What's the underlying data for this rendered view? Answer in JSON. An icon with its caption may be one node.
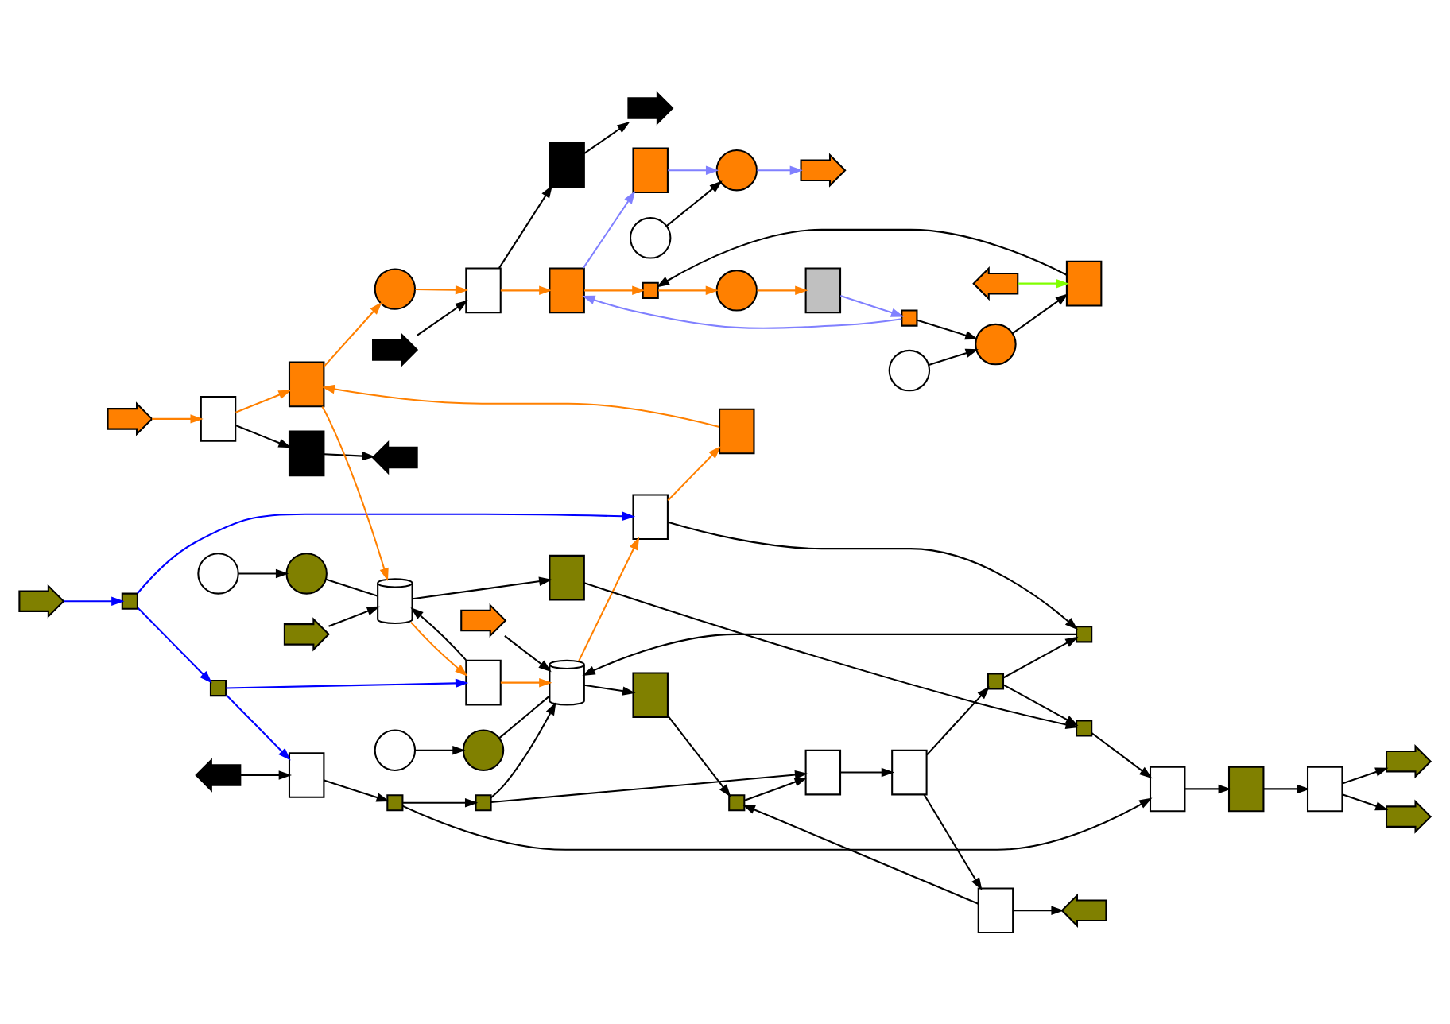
{
  "diagram": {
    "nodes": [
      {
        "text": [],
        "shape": "arrow"
      },
      {
        "text": [],
        "shape": "box"
      },
      {
        "text": [],
        "shape": "box"
      },
      {
        "text": [],
        "shape": "arrow"
      },
      {
        "text": [],
        "shape": "arrow"
      },
      {
        "text": [],
        "shape": "box"
      },
      {
        "text": [],
        "shape": "box"
      },
      {
        "text": [],
        "shape": "arrow"
      },
      {
        "text": [],
        "shape": "box"
      },
      {
        "text": [],
        "shape": "box"
      },
      {
        "text": [],
        "shape": "circle"
      },
      {
        "text": [],
        "shape": "box"
      },
      {
        "text": [],
        "shape": "box"
      },
      {
        "text": [],
        "shape": "box"
      },
      {
        "text": [],
        "shape": "cylinder"
      },
      {
        "text": [],
        "shape": "circle"
      },
      {
        "text": [],
        "shape": "circle"
      },
      {
        "text": [],
        "shape": "box"
      },
      {
        "text": [],
        "shape": "cylinder"
      },
      {
        "text": [],
        "shape": "circle"
      },
      {
        "text": [],
        "shape": "circle"
      },
      {
        "text": [],
        "shape": "arrow"
      },
      {
        "text": [],
        "shape": "box"
      },
      {
        "text": [],
        "shape": "box"
      },
      {
        "text": [],
        "shape": "circle"
      },
      {
        "text": [],
        "shape": "box"
      },
      {
        "text": [],
        "shape": "box"
      },
      {
        "text": [],
        "shape": "circle"
      },
      {
        "text": [],
        "shape": "circle"
      },
      {
        "text": [],
        "shape": "box"
      },
      {
        "text": [],
        "shape": "arrow"
      },
      {
        "text": [],
        "shape": "box"
      },
      {
        "text": [],
        "shape": "circle"
      },
      {
        "text": [],
        "shape": "circle"
      },
      {
        "text": [],
        "shape": "arrow"
      },
      {
        "text": [],
        "shape": "box"
      },
      {
        "text": [],
        "shape": "arrow"
      },
      {
        "text": [],
        "shape": "box"
      },
      {
        "text": [],
        "shape": "box"
      },
      {
        "text": [],
        "shape": "box"
      },
      {
        "text": [],
        "shape": "box"
      },
      {
        "text": [],
        "shape": "box"
      },
      {
        "text": [],
        "shape": "box"
      },
      {
        "text": [],
        "shape": "arrow"
      },
      {
        "text": [],
        "shape": "box"
      },
      {
        "text": [],
        "shape": "box"
      },
      {
        "text": [],
        "shape": "box"
      },
      {
        "text": [],
        "shape": "arrow"
      },
      {
        "text": [],
        "shape": "box"
      },
      {
        "text": [],
        "shape": "arrow"
      },
      {
        "text": [],
        "shape": "box"
      },
      {
        "text": [],
        "shape": "box"
      },
      {
        "text": [],
        "shape": "box"
      },
      {
        "text": [],
        "shape": "box"
      },
      {
        "text": [],
        "shape": "arrow"
      },
      {
        "text": [],
        "shape": "arrow"
      }
    ],
    "edges": [
      {
        "from": 0,
        "to": 1,
        "arrow": "to",
        "color": "#ff8000"
      },
      {
        "from": 1,
        "to": 9,
        "arrow": "to",
        "color": "#ff8000"
      },
      {
        "from": 1,
        "to": 2,
        "arrow": "to"
      },
      {
        "from": 2,
        "to": 3,
        "arrow": "to"
      },
      {
        "from": 4,
        "to": 5,
        "arrow": "to",
        "color": "#0000ff"
      },
      {
        "from": 5,
        "to": 6,
        "arrow": "to",
        "color": "#0000ff"
      },
      {
        "from": 5,
        "to": 12,
        "arrow": "to",
        "color": "#0000ff"
      },
      {
        "from": 6,
        "to": 17,
        "arrow": "to",
        "color": "#0000ff"
      },
      {
        "from": 6,
        "to": 48,
        "arrow": "to",
        "color": "#0000ff"
      },
      {
        "from": 14,
        "to": 12,
        "arrow": "to",
        "color": "#ff8000"
      },
      {
        "from": 12,
        "to": 8,
        "arrow": "to",
        "color": "#ff8000"
      },
      {
        "from": 8,
        "to": 9,
        "arrow": "to",
        "color": "#ff8000"
      },
      {
        "from": 9,
        "to": 10,
        "arrow": "to",
        "color": "#ff8000"
      },
      {
        "from": 10,
        "to": 11,
        "arrow": "to",
        "color": "#ff8000"
      },
      {
        "from": 9,
        "to": 18,
        "arrow": "to",
        "color": "#ff8000"
      },
      {
        "from": 18,
        "to": 17,
        "arrow": "to",
        "color": "#ff8000"
      },
      {
        "from": 17,
        "to": 14,
        "arrow": "to",
        "color": "#ff8000"
      },
      {
        "from": 12,
        "to": 13,
        "arrow": "to"
      },
      {
        "from": 13,
        "to": 14,
        "arrow": "to"
      },
      {
        "from": 44,
        "to": 13,
        "arrow": "to"
      },
      {
        "from": 17,
        "to": 18,
        "arrow": "to"
      },
      {
        "from": 7,
        "to": 14,
        "arrow": "to"
      },
      {
        "from": 16,
        "to": 15,
        "arrow": "to"
      },
      {
        "from": 15,
        "to": 14,
        "arrow": "none"
      },
      {
        "from": 20,
        "to": 19,
        "arrow": "to"
      },
      {
        "from": 19,
        "to": 18,
        "arrow": "none"
      },
      {
        "from": 40,
        "to": 14,
        "arrow": "to"
      },
      {
        "from": 40,
        "to": 39,
        "arrow": "to"
      },
      {
        "from": 50,
        "to": 40,
        "arrow": "to"
      },
      {
        "from": 14,
        "to": 37,
        "arrow": "to"
      },
      {
        "from": 37,
        "to": 38,
        "arrow": "to"
      },
      {
        "from": 38,
        "to": 39,
        "arrow": "to"
      },
      {
        "from": 39,
        "to": 41,
        "arrow": "to"
      },
      {
        "from": 41,
        "to": 42,
        "arrow": "to"
      },
      {
        "from": 42,
        "to": 38,
        "arrow": "to"
      },
      {
        "from": 42,
        "to": 43,
        "arrow": "to"
      },
      {
        "from": 41,
        "to": 44,
        "arrow": "to"
      },
      {
        "from": 44,
        "to": 46,
        "arrow": "to"
      },
      {
        "from": 18,
        "to": 45,
        "arrow": "to"
      },
      {
        "from": 45,
        "to": 46,
        "arrow": "to"
      },
      {
        "from": 46,
        "to": 51,
        "arrow": "to"
      },
      {
        "from": 50,
        "to": 51,
        "arrow": "to"
      },
      {
        "from": 48,
        "to": 50,
        "arrow": "to"
      },
      {
        "from": 49,
        "to": 48,
        "arrow": "to"
      },
      {
        "from": 51,
        "to": 52,
        "arrow": "to"
      },
      {
        "from": 52,
        "to": 53,
        "arrow": "to"
      },
      {
        "from": 53,
        "to": 54,
        "arrow": "to"
      },
      {
        "from": 53,
        "to": 55,
        "arrow": "to"
      },
      {
        "from": 47,
        "to": 18,
        "arrow": "to"
      },
      {
        "from": 21,
        "to": 11,
        "arrow": "to"
      },
      {
        "from": 11,
        "to": 22,
        "arrow": "to",
        "color": "#ff8000"
      },
      {
        "from": 11,
        "to": 35,
        "arrow": "to"
      },
      {
        "from": 35,
        "to": 36,
        "arrow": "to"
      },
      {
        "from": 22,
        "to": 23,
        "arrow": "to",
        "color": "#ff8000"
      },
      {
        "from": 23,
        "to": 24,
        "arrow": "to",
        "color": "#ff8000"
      },
      {
        "from": 24,
        "to": 25,
        "arrow": "to",
        "color": "#ff8000"
      },
      {
        "from": 25,
        "to": 26,
        "arrow": "to",
        "color": "#8080ff"
      },
      {
        "from": 26,
        "to": 27,
        "arrow": "to"
      },
      {
        "from": 26,
        "to": 22,
        "arrow": "to",
        "color": "#8080ff"
      },
      {
        "from": 28,
        "to": 27,
        "arrow": "to"
      },
      {
        "from": 27,
        "to": 29,
        "arrow": "to"
      },
      {
        "from": 30,
        "to": 29,
        "arrow": "to",
        "color": "#80ff00"
      },
      {
        "from": 29,
        "to": 23,
        "arrow": "to"
      },
      {
        "from": 22,
        "to": 31,
        "arrow": "to",
        "color": "#8080ff"
      },
      {
        "from": 31,
        "to": 32,
        "arrow": "to",
        "color": "#8080ff"
      },
      {
        "from": 32,
        "to": 34,
        "arrow": "to",
        "color": "#8080ff"
      },
      {
        "from": 33,
        "to": 32,
        "arrow": "to"
      }
    ]
  }
}
